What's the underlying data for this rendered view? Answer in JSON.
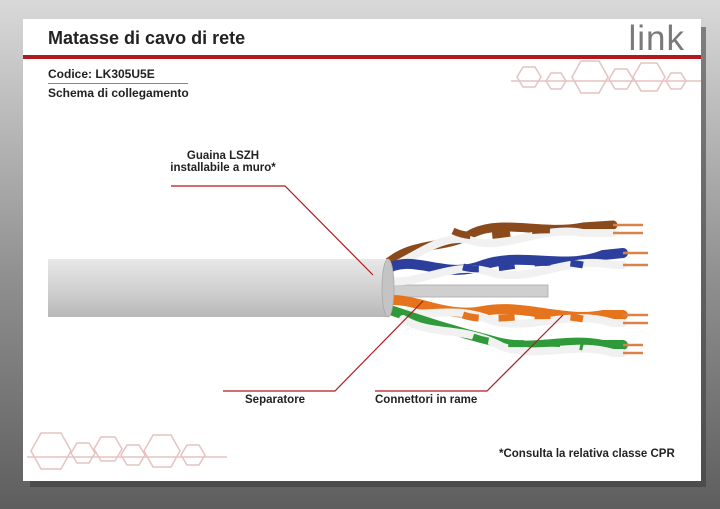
{
  "header": {
    "title": "Matasse di cavo di rete",
    "logo": "link"
  },
  "info": {
    "code": "Codice: LK305U5E",
    "section": "Schema di collegamento"
  },
  "labels": {
    "jacket_line1": "Guaina LSZH",
    "jacket_line2": "installabile a muro*",
    "separator": "Separatore",
    "conductors": "Connettori in rame"
  },
  "footnote": "*Consulta la relativa classe CPR",
  "colors": {
    "accent": "#b3181c",
    "brown": "#8a4a1c",
    "blue": "#2d3f9c",
    "orange": "#e6741d",
    "green": "#2f9a3a",
    "copper": "#d9824a",
    "jacket": "#d9d9d9"
  }
}
